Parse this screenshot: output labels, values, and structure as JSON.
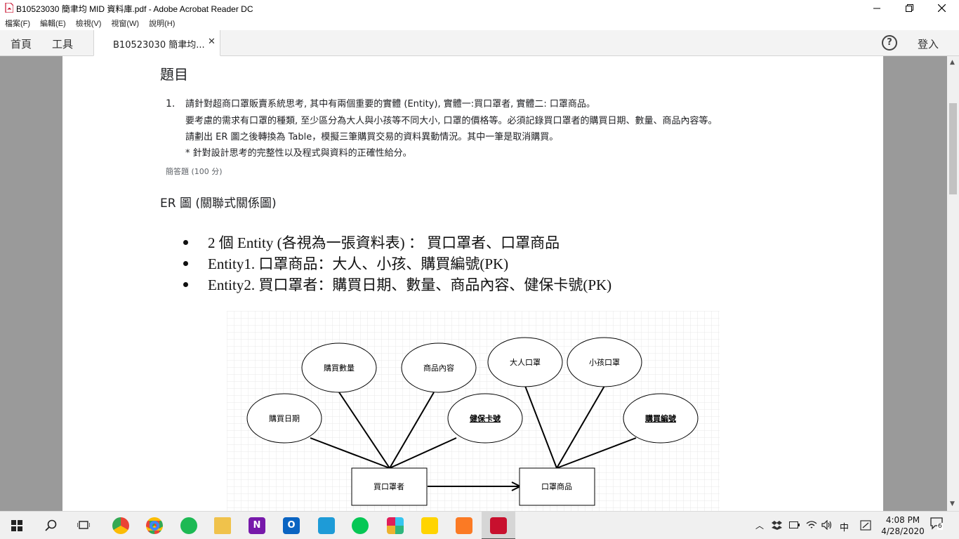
{
  "window": {
    "title": "B10523030 簡聿均 MID 資料庫.pdf - Adobe Acrobat Reader DC"
  },
  "menu": [
    "檔案(F)",
    "編輯(E)",
    "檢視(V)",
    "視窗(W)",
    "說明(H)"
  ],
  "tabs": {
    "home": "首頁",
    "tools": "工具",
    "document": "B10523030 簡聿均...",
    "close": "✕",
    "help": "?",
    "login": "登入"
  },
  "document": {
    "heading": "題目",
    "question_number": "1.",
    "question_lines": [
      "請針對超商口罩販賣系統思考, 其中有兩個重要的實體 (Entity), 實體一:買口罩者, 實體二: 口罩商品。",
      "要考慮的需求有口罩的種類, 至少區分為大人與小孩等不同大小, 口罩的價格等。必須記錄買口罩者的購買日期、數量、商品內容等。",
      "請劃出 ER 圖之後轉換為 Table，模擬三筆購買交易的資料異動情況。其中一筆是取消購買。",
      "* 針對設計思考的完整性以及程式與資料的正確性給分。"
    ],
    "question_meta": "簡答題 (100 分)",
    "section_heading": "ER 圖 (關聯式關係圖)",
    "bullets": [
      "2 個 Entity (各視為一張資料表) ： 買口罩者、口罩商品",
      "Entity1. 口罩商品：大人、小孩、購買編號(PK)",
      "Entity2. 買口罩者：購買日期、數量、商品內容、健保卡號(PK)"
    ],
    "er_diagram": {
      "attributes_buyer": [
        "購買數量",
        "商品內容",
        "購買日期",
        "健保卡號"
      ],
      "attributes_product": [
        "大人口罩",
        "小孩口罩",
        "購買編號"
      ],
      "entity_buyer": "買口罩者",
      "entity_product": "口罩商品",
      "primary_keys": [
        "健保卡號",
        "購買編號"
      ]
    }
  },
  "taskbar": {
    "tray_ime": "中",
    "time": "4:08 PM",
    "date": "4/28/2020",
    "notifications": "6"
  }
}
